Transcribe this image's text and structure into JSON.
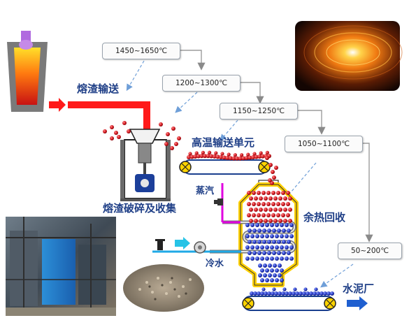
{
  "temps": {
    "t1": "1450~1650℃",
    "t2": "1200~1300℃",
    "t3": "1150~1250℃",
    "t4": "1050~1100℃",
    "t5": "50~200℃"
  },
  "labels": {
    "slag_conveying": "熔渣输送",
    "crushing_collection": "熔渣破碎及收集",
    "high_temp_conveyor": "高温输送单元",
    "steam": "蒸汽",
    "waste_heat_recovery": "余热回收",
    "cold_water": "冷水",
    "cement_plant": "水泥厂"
  },
  "colors": {
    "label_blue": "#1f3f87",
    "hot_particle": "#c8141c",
    "cool_particle": "#2138c2",
    "frame_yellow": "#ffd000",
    "arrow_red": "#ff1a1a",
    "steam_magenta": "#e000e0",
    "water_cyan": "#1fa9e6"
  }
}
